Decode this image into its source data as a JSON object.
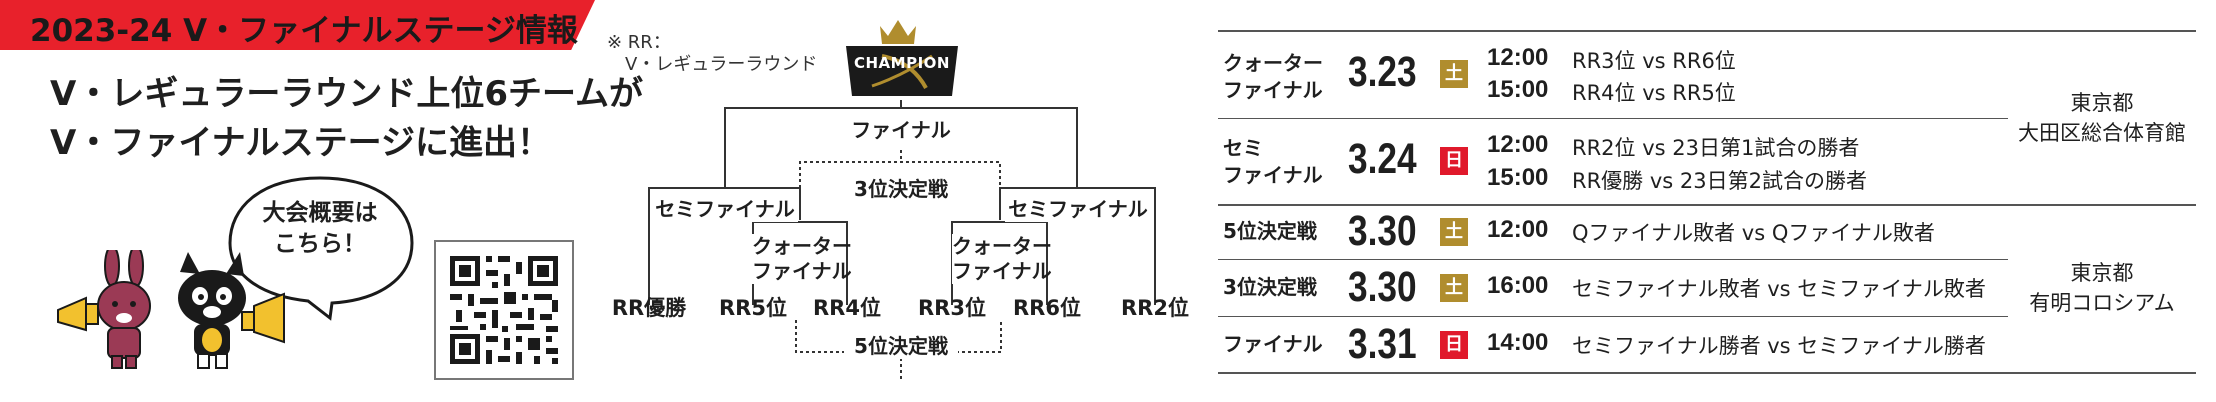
{
  "header": {
    "title": "2023-24 V・ファイナルステージ情報"
  },
  "intro": {
    "line1": "V・レギュラーラウンド上位6チームが",
    "line2": "V・ファイナルステージに進出！"
  },
  "bubble": {
    "line1": "大会概要は",
    "line2": "こちら！"
  },
  "note": {
    "line1": "※ RR：",
    "line2": "V・レギュラーラウンド"
  },
  "bracket": {
    "champion_label": "CHAMPION",
    "final": "ファイナル",
    "third_place": "3位決定戦",
    "semi_left": "セミファイナル",
    "semi_right": "セミファイナル",
    "qf_left_1": "クォーター",
    "qf_left_2": "ファイナル",
    "qf_right_1": "クォーター",
    "qf_right_2": "ファイナル",
    "fifth_place": "5位決定戦",
    "seeds": [
      "RR優勝",
      "RR5位",
      "RR4位",
      "RR3位",
      "RR6位",
      "RR2位"
    ]
  },
  "schedule": {
    "rows": [
      {
        "stage1": "クォーター",
        "stage2": "ファイナル",
        "date": "3.23",
        "day": "土",
        "day_color": "#b08d2e",
        "games": [
          {
            "time": "12:00",
            "match": "RR3位 vs RR6位"
          },
          {
            "time": "15:00",
            "match": "RR4位 vs RR5位"
          }
        ]
      },
      {
        "stage1": "セミ",
        "stage2": "ファイナル",
        "date": "3.24",
        "day": "日",
        "day_color": "#e0192b",
        "games": [
          {
            "time": "12:00",
            "match": "RR2位 vs 23日第1試合の勝者"
          },
          {
            "time": "15:00",
            "match": "RR優勝 vs 23日第2試合の勝者"
          }
        ]
      },
      {
        "stage1": "5位決定戦",
        "date": "3.30",
        "day": "土",
        "day_color": "#b08d2e",
        "games": [
          {
            "time": "12:00",
            "match": "Qファイナル敗者 vs Qファイナル敗者"
          }
        ]
      },
      {
        "stage1": "3位決定戦",
        "date": "3.30",
        "day": "土",
        "day_color": "#b08d2e",
        "games": [
          {
            "time": "16:00",
            "match": "セミファイナル敗者 vs セミファイナル敗者"
          }
        ]
      },
      {
        "stage1": "ファイナル",
        "date": "3.31",
        "day": "日",
        "day_color": "#e0192b",
        "games": [
          {
            "time": "14:00",
            "match": "セミファイナル勝者 vs セミファイナル勝者"
          }
        ]
      }
    ],
    "venue1": {
      "line1": "東京都",
      "line2": "大田区総合体育館"
    },
    "venue2": {
      "line1": "東京都",
      "line2": "有明コロシアム"
    }
  },
  "colors": {
    "banner": "#e8212b",
    "gold": "#b08d2e",
    "red": "#e0192b",
    "mascot_red": "#9b3a55"
  }
}
